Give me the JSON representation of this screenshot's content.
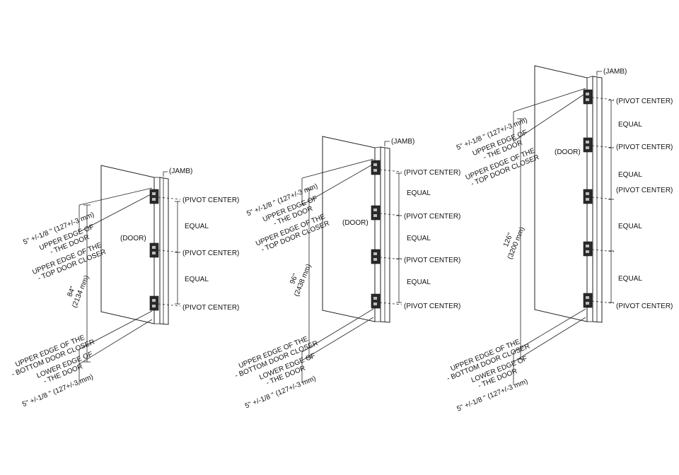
{
  "labels": {
    "jamb": "(JAMB)",
    "pivot_center": "(PIVOT CENTER)",
    "equal": "EQUAL",
    "door": "(DOOR)",
    "upper_edge_door_l1": "UPPER EDGE OF",
    "upper_edge_door_l2": "- THE DOOR",
    "upper_edge_top_closer_l1": "UPPER EDGE OF THE",
    "upper_edge_top_closer_l2": "- TOP DOOR CLOSER",
    "upper_edge_bottom_closer_l1": "UPPER EDGE OF THE",
    "upper_edge_bottom_closer_l2": "- BOTTOM DOOR CLOSER",
    "lower_edge_door_l1": "LOWER EDGE OF",
    "lower_edge_door_l2": "- THE DOOR",
    "offset": "5\" +/-1/8 \" (127+/-3 mm)"
  },
  "doors": [
    {
      "height_in": "84\"",
      "height_mm": "(2134 mm)"
    },
    {
      "height_in": "96\"",
      "height_mm": "(2438 mm)"
    },
    {
      "height_in": "126\"",
      "height_mm": "(3200 mm)"
    }
  ]
}
